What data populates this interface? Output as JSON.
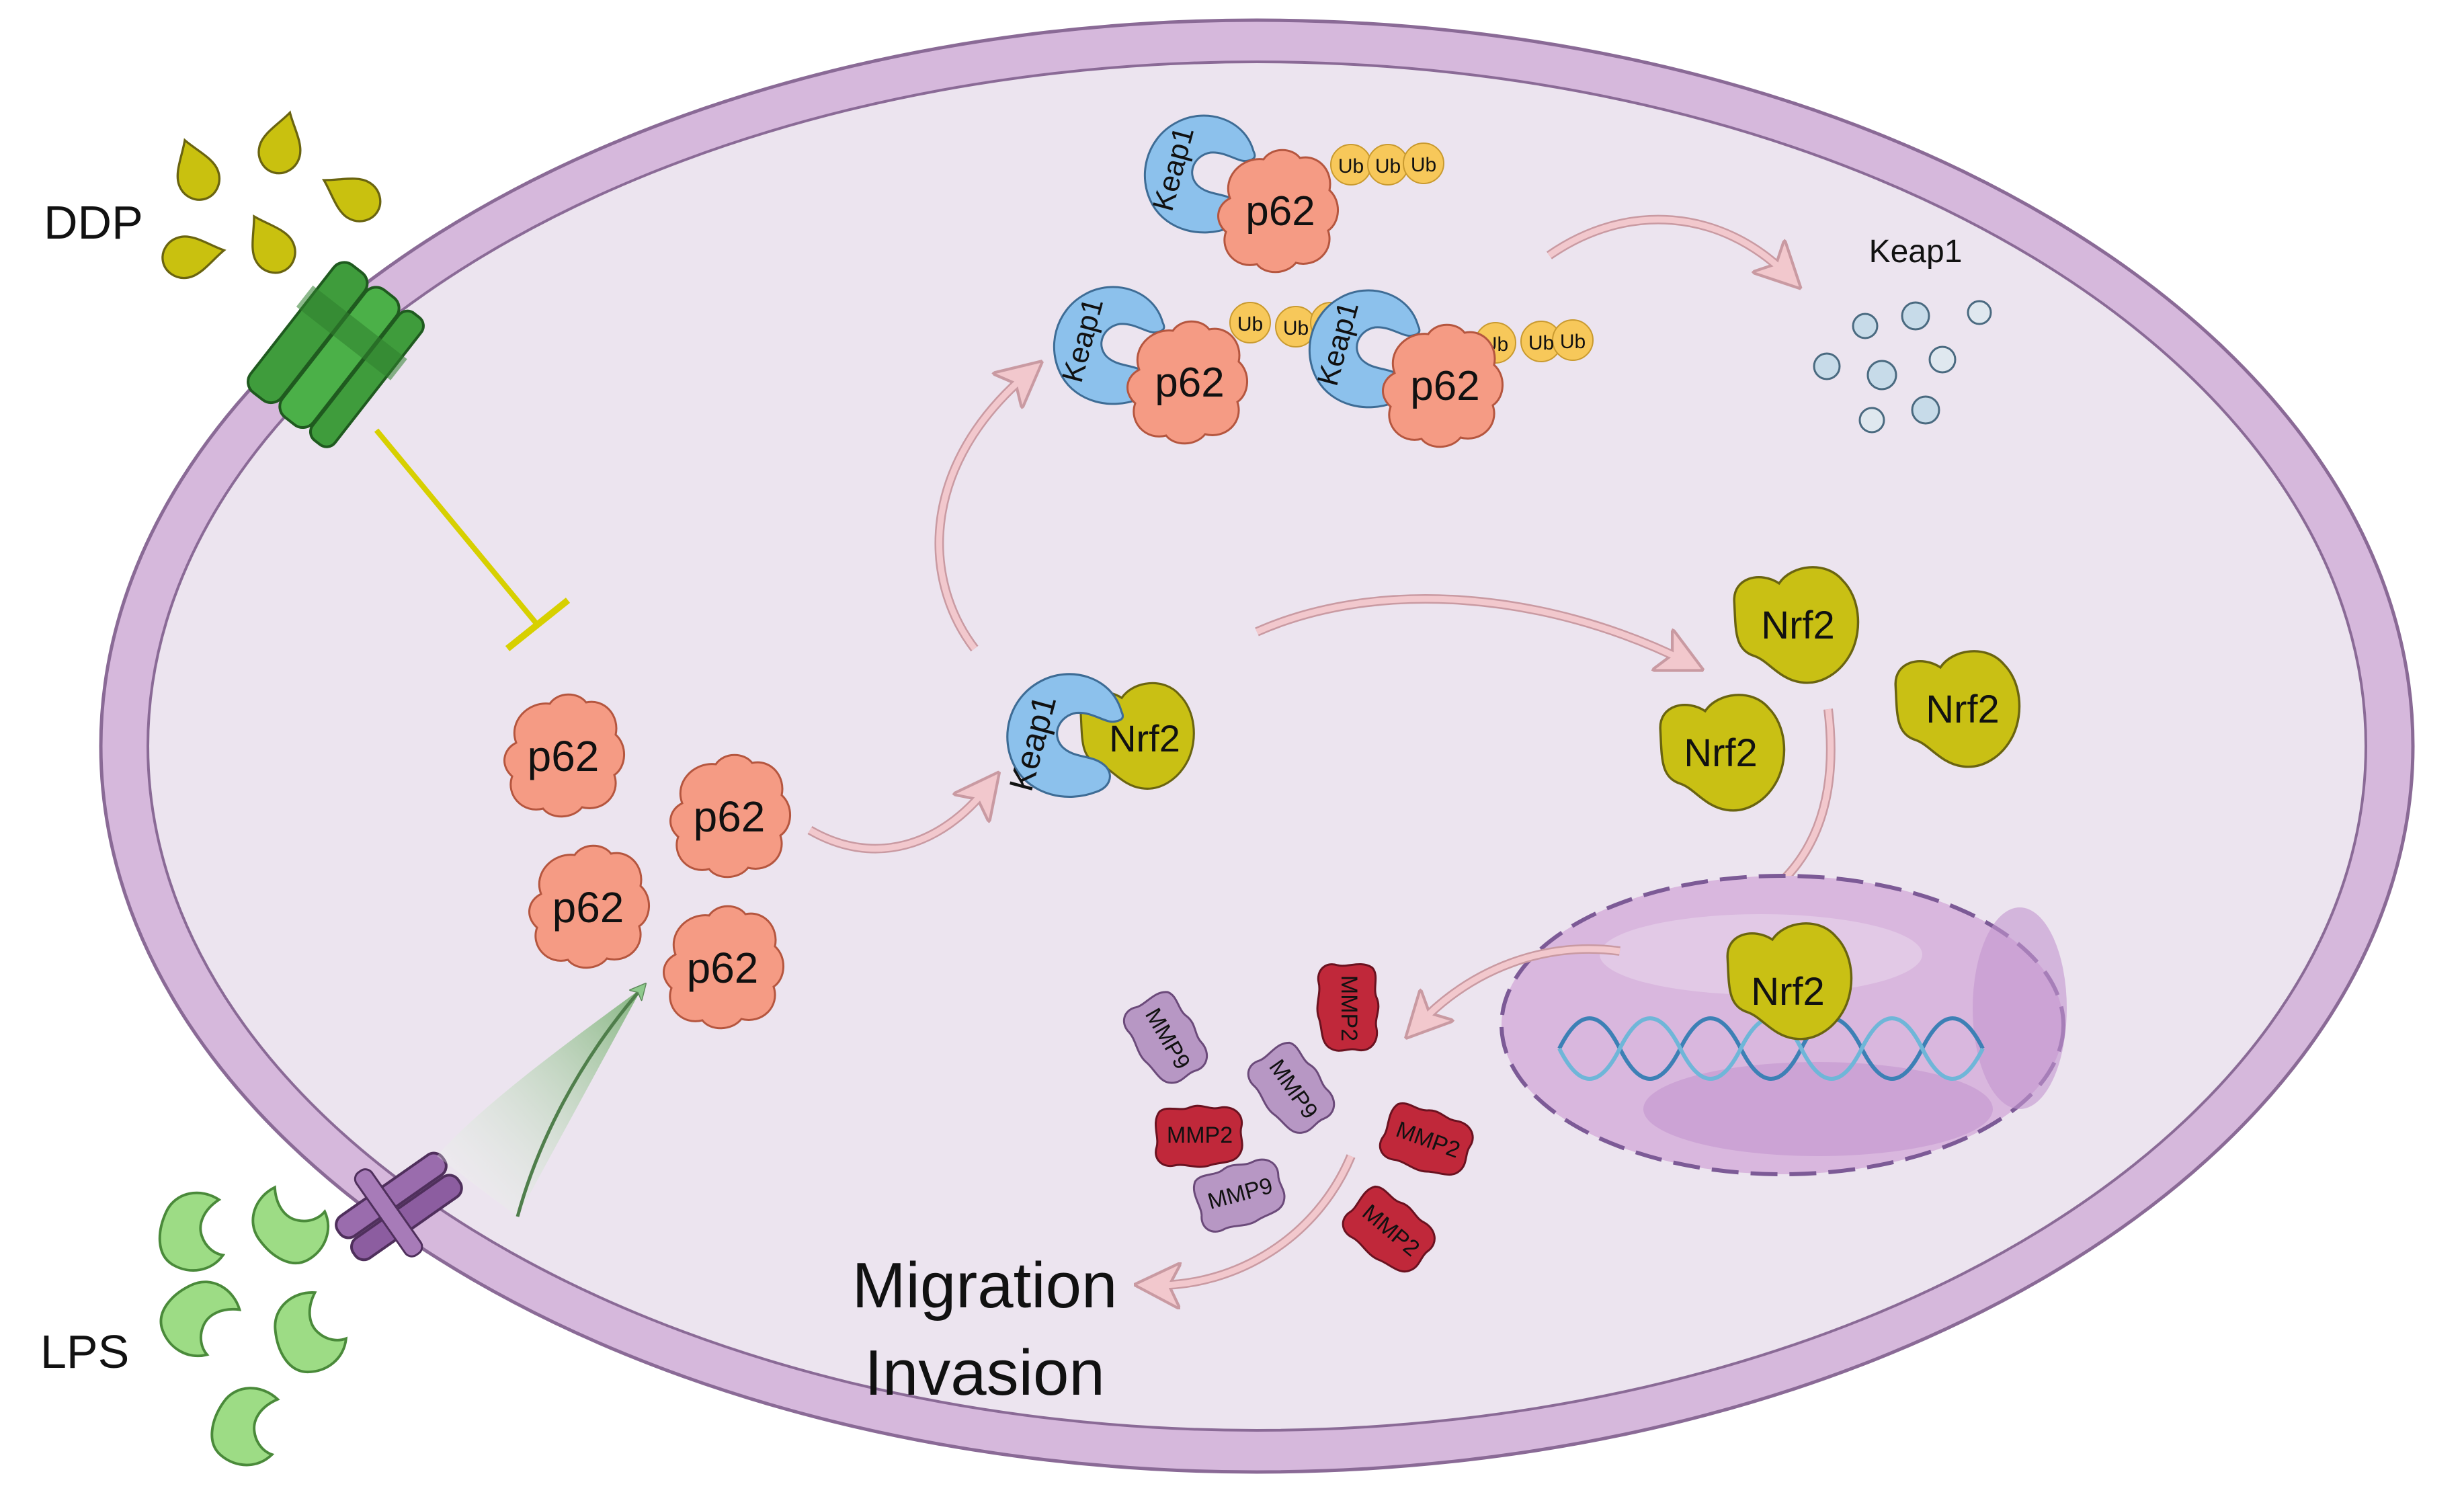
{
  "labels": {
    "ddp": "DDP",
    "lps": "LPS",
    "p62": "p62",
    "keap1": "Keap1",
    "nrf2": "Nrf2",
    "ub": "Ub",
    "mmp2": "MMP2",
    "mmp9": "MMP9",
    "keap1_free": "Keap1",
    "outcome_line1": "Migration",
    "outcome_line2": "Invasion"
  },
  "colors": {
    "membrane": "#d6b8dc",
    "membrane_stroke": "#8a6a96",
    "cytoplasm": "#ece4ef",
    "p62": "#f59b84",
    "keap1": "#8cc1ec",
    "nrf2": "#c9c014",
    "ub": "#f7c85a",
    "mmp2": "#c0283a",
    "mmp9": "#b797c4",
    "arrow": "#f2c8cd",
    "ddp_drop": "#c9c10f",
    "ddp_channel": "#3f9c3c",
    "lps": "#9ddc85",
    "lps_channel": "#9a6cad",
    "nucleus": "#d9b7de",
    "dna": "#3d80b5"
  }
}
